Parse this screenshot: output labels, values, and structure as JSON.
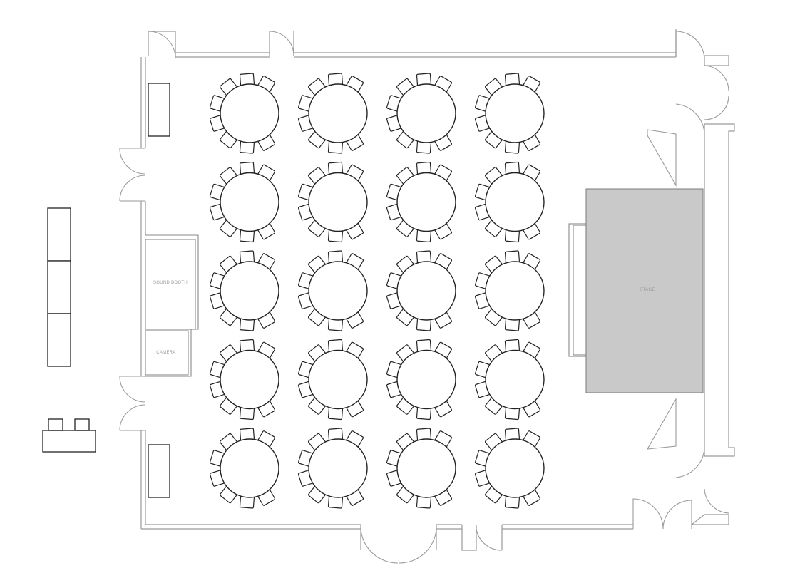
{
  "labels": {
    "sound_booth": "SOUND BOOTH",
    "camera": "CAMERA",
    "stage": "STAGE"
  },
  "layout": {
    "table_rows": 5,
    "table_columns": 4,
    "chairs_per_table": 8
  },
  "colors": {
    "stage_fill": "#c9c9c9",
    "wall": "#9a9a9a",
    "furniture": "#222222"
  }
}
